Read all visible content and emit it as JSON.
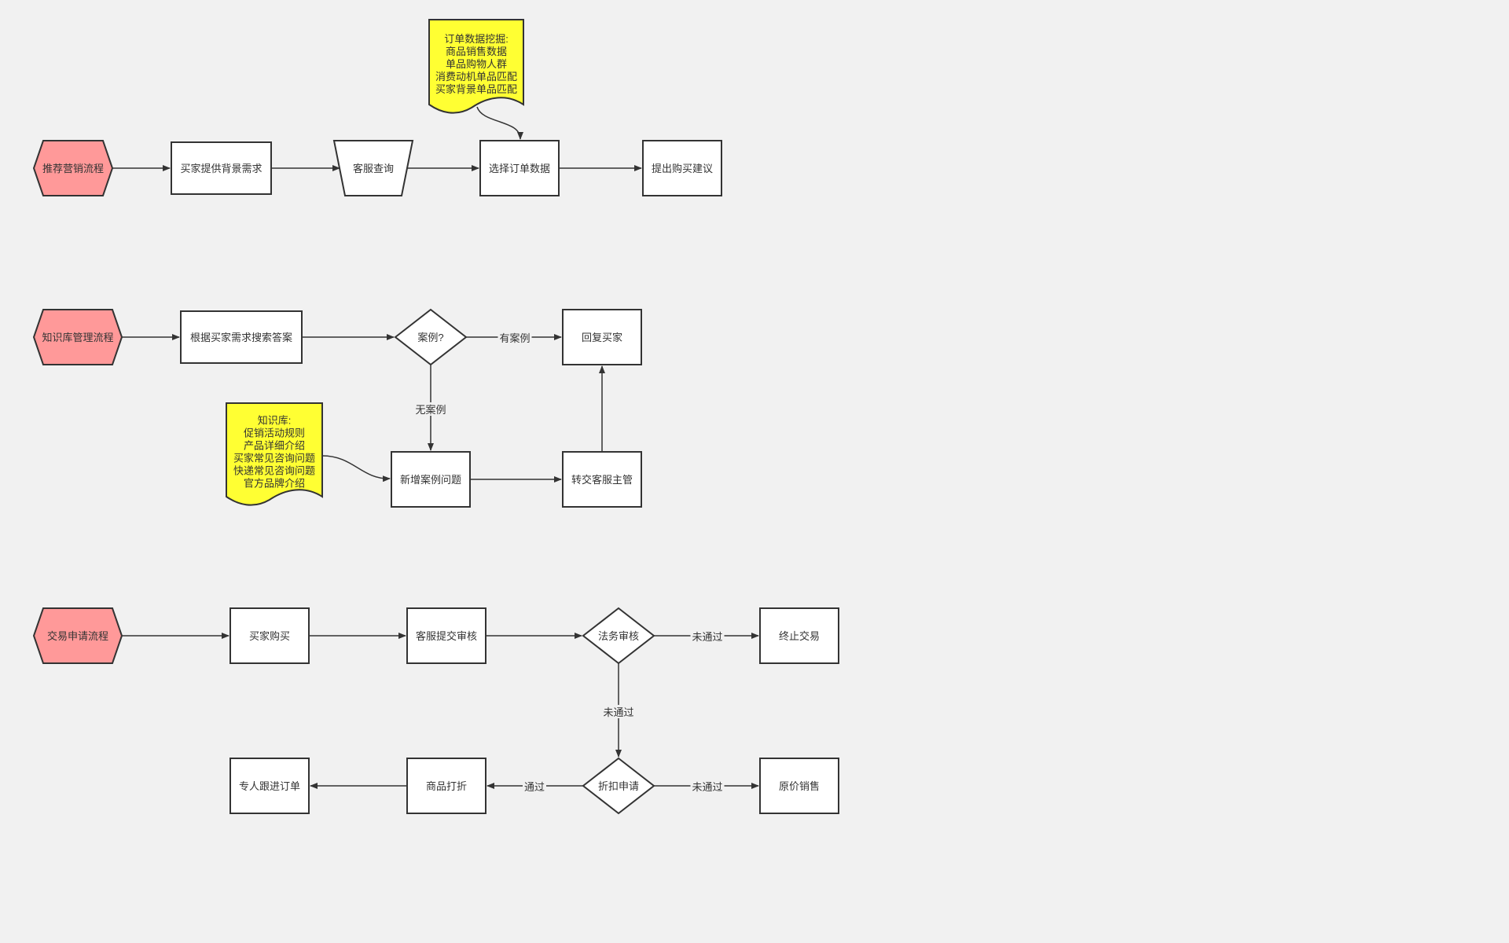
{
  "colors": {
    "background": "#f1f1f1",
    "start_fill": "#ff9999",
    "start_text": "#ffffff",
    "process_fill": "#ffffff",
    "note_fill": "#ffff33",
    "stroke": "#333333",
    "text": "#333333"
  },
  "nodes": [
    {
      "id": "a_start",
      "shape": "hexagon",
      "lines": [
        "推荐营销流程"
      ]
    },
    {
      "id": "a1",
      "shape": "rect",
      "lines": [
        "买家提供背景需求"
      ]
    },
    {
      "id": "a2",
      "shape": "trapezoid",
      "lines": [
        "客服查询"
      ]
    },
    {
      "id": "a3",
      "shape": "rect",
      "lines": [
        "选择订单数据"
      ]
    },
    {
      "id": "a4",
      "shape": "rect",
      "lines": [
        "提出购买建议"
      ]
    },
    {
      "id": "a_note",
      "shape": "document",
      "lines": [
        "订单数据挖掘:",
        "商品销售数据",
        "单品购物人群",
        "消费动机单品匹配",
        "买家背景单品匹配"
      ]
    },
    {
      "id": "b_start",
      "shape": "hexagon",
      "lines": [
        "知识库管理流程"
      ]
    },
    {
      "id": "b1",
      "shape": "rect",
      "lines": [
        "根据买家需求搜索答案"
      ]
    },
    {
      "id": "b2",
      "shape": "diamond",
      "lines": [
        "案例?"
      ]
    },
    {
      "id": "b3",
      "shape": "rect",
      "lines": [
        "回复买家"
      ]
    },
    {
      "id": "b4",
      "shape": "rect",
      "lines": [
        "新增案例问题"
      ]
    },
    {
      "id": "b5",
      "shape": "rect",
      "lines": [
        "转交客服主管"
      ]
    },
    {
      "id": "b_note",
      "shape": "document",
      "lines": [
        "知识库:",
        "促销活动规则",
        "产品详细介绍",
        "买家常见咨询问题",
        "快递常见咨询问题",
        "官方品牌介绍"
      ]
    },
    {
      "id": "c_start",
      "shape": "hexagon",
      "lines": [
        "交易申请流程"
      ]
    },
    {
      "id": "c1",
      "shape": "rect",
      "lines": [
        "买家购买"
      ]
    },
    {
      "id": "c2",
      "shape": "rect",
      "lines": [
        "客服提交审核"
      ]
    },
    {
      "id": "c3",
      "shape": "diamond",
      "lines": [
        "法务审核"
      ]
    },
    {
      "id": "c4",
      "shape": "rect",
      "lines": [
        "终止交易"
      ]
    },
    {
      "id": "c5",
      "shape": "diamond",
      "lines": [
        "折扣申请"
      ]
    },
    {
      "id": "c6",
      "shape": "rect",
      "lines": [
        "原价销售"
      ]
    },
    {
      "id": "c7",
      "shape": "rect",
      "lines": [
        "商品打折"
      ]
    },
    {
      "id": "c8",
      "shape": "rect",
      "lines": [
        "专人跟进订单"
      ]
    }
  ],
  "edges": [
    {
      "from": "a_start",
      "to": "a1",
      "label": ""
    },
    {
      "from": "a1",
      "to": "a2",
      "label": ""
    },
    {
      "from": "a2",
      "to": "a3",
      "label": ""
    },
    {
      "from": "a3",
      "to": "a4",
      "label": ""
    },
    {
      "from": "a_note",
      "to": "a3",
      "label": ""
    },
    {
      "from": "b_start",
      "to": "b1",
      "label": ""
    },
    {
      "from": "b1",
      "to": "b2",
      "label": ""
    },
    {
      "from": "b2",
      "to": "b3",
      "label": "有案例"
    },
    {
      "from": "b2",
      "to": "b4",
      "label": "无案例"
    },
    {
      "from": "b4",
      "to": "b5",
      "label": ""
    },
    {
      "from": "b5",
      "to": "b3",
      "label": ""
    },
    {
      "from": "b_note",
      "to": "b4",
      "label": ""
    },
    {
      "from": "c_start",
      "to": "c1",
      "label": ""
    },
    {
      "from": "c1",
      "to": "c2",
      "label": ""
    },
    {
      "from": "c2",
      "to": "c3",
      "label": ""
    },
    {
      "from": "c3",
      "to": "c4",
      "label": "未通过"
    },
    {
      "from": "c3",
      "to": "c5",
      "label": "未通过"
    },
    {
      "from": "c5",
      "to": "c6",
      "label": "未通过"
    },
    {
      "from": "c5",
      "to": "c7",
      "label": "通过"
    },
    {
      "from": "c7",
      "to": "c8",
      "label": ""
    }
  ]
}
